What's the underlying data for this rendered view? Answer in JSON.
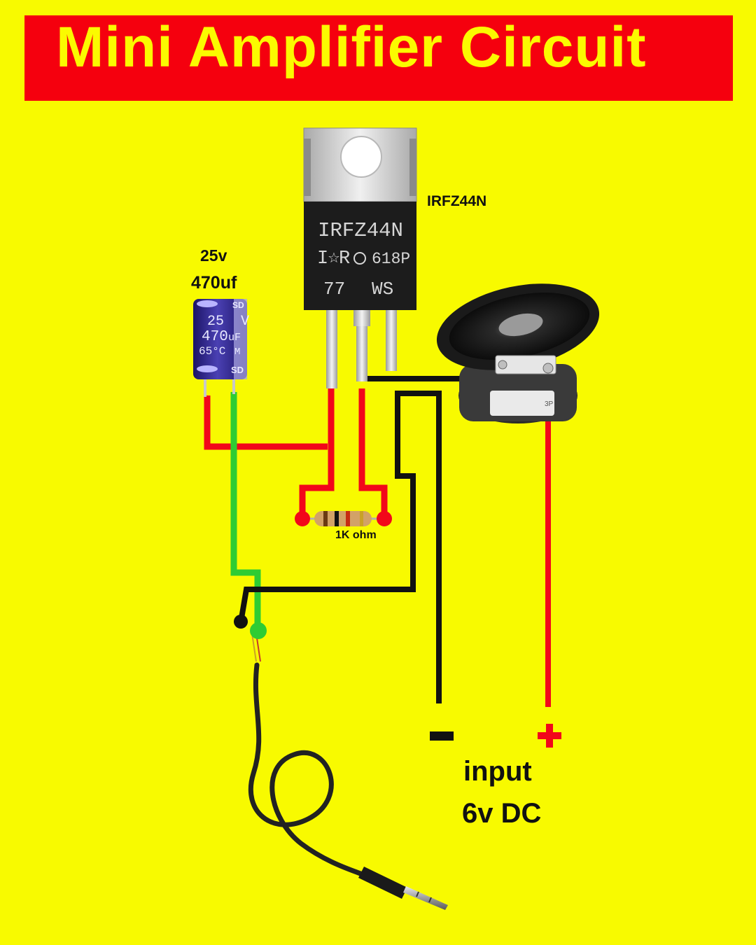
{
  "title": "Mini Amplifier Circuit",
  "components": {
    "mosfet": {
      "label": "IRFZ44N",
      "marking_line1": "IRFZ44N",
      "marking_line2a": "I",
      "marking_line2b": "R",
      "marking_line2c": "618P",
      "marking_line3a": "77",
      "marking_line3b": "WS"
    },
    "capacitor": {
      "label_voltage": "25v",
      "label_capacitance": "470uf",
      "marking_line1": "25  V",
      "marking_line2": "470",
      "marking_line2_unit": "uF",
      "marking_line3": "65°C",
      "marking_line3_extra": "M",
      "brand_top": "SD",
      "brand_bottom": "SD"
    },
    "resistor": {
      "label": "1K ohm"
    },
    "speaker": {
      "marking": "3P"
    },
    "power": {
      "minus": "-",
      "plus": "+",
      "label_line1": "input",
      "label_line2": "6v DC"
    }
  },
  "colors": {
    "background": "#f8fa00",
    "title_bar": "#f5000e",
    "title_text": "#fbfa00",
    "wire_red": "#f2071a",
    "wire_green": "#2ecc33",
    "wire_black": "#111111"
  }
}
